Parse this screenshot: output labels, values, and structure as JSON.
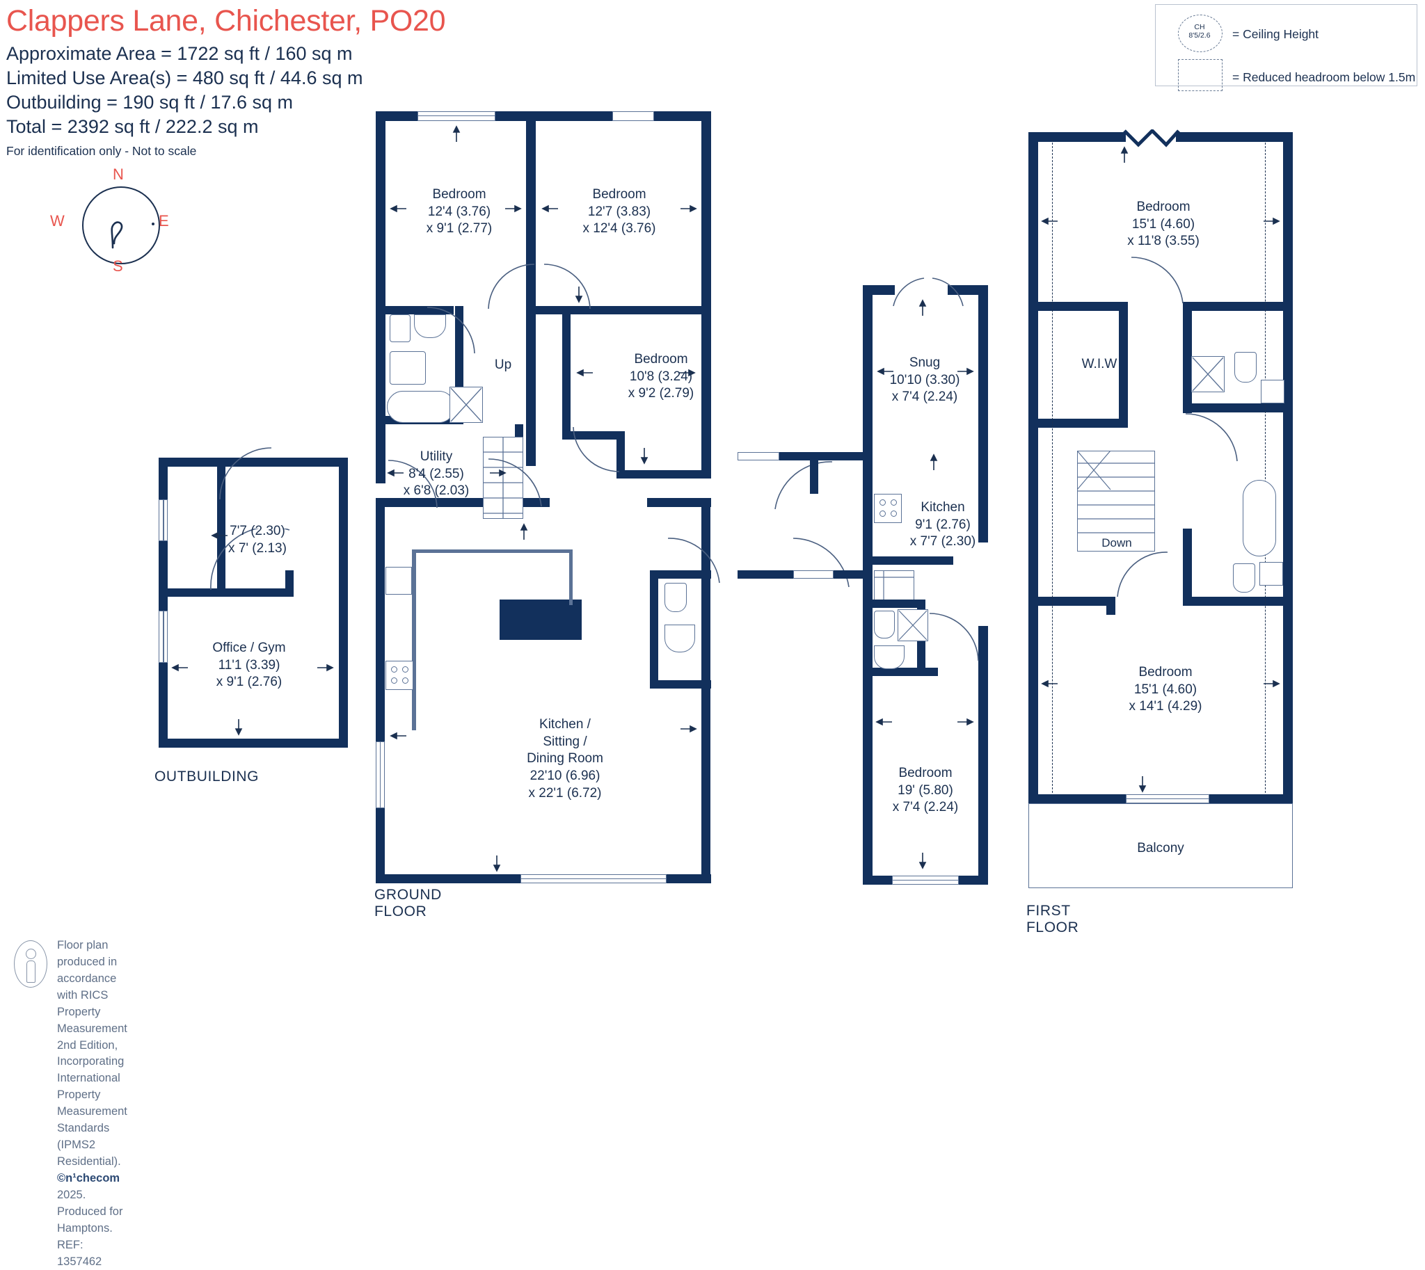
{
  "header": {
    "title": "Clappers Lane, Chichester, PO20",
    "approx_area": "Approximate Area = 1722 sq ft / 160 sq m",
    "limited_use": "Limited Use Area(s) = 480 sq ft / 44.6 sq m",
    "outbuilding": "Outbuilding = 190 sq ft / 17.6 sq m",
    "total": "Total = 2392 sq ft / 222.2 sq m",
    "disclaimer": "For identification only - Not to scale",
    "title_color": "#e8554e"
  },
  "compass": {
    "n": "N",
    "w": "W",
    "e": "E",
    "s": "S"
  },
  "legend": {
    "ceiling_tag_line1": "CH",
    "ceiling_tag_line2": "8'5/2.6",
    "ceiling_label": "= Ceiling Height",
    "headroom_label": "= Reduced headroom below 1.5m"
  },
  "floor_labels": {
    "outbuilding": "OUTBUILDING",
    "ground": "GROUND FLOOR",
    "first": "FIRST FLOOR"
  },
  "outbuilding": {
    "store": {
      "dim1": "7'7 (2.30)",
      "dim2": "x 7' (2.13)"
    },
    "office": {
      "name": "Office / Gym",
      "dim1": "11'1 (3.39)",
      "dim2": "x 9'1 (2.76)"
    }
  },
  "ground_floor": {
    "bedroom1": {
      "name": "Bedroom",
      "dim1": "12'4 (3.76)",
      "dim2": "x 9'1 (2.77)"
    },
    "bedroom2": {
      "name": "Bedroom",
      "dim1": "12'7 (3.83)",
      "dim2": "x 12'4 (3.76)"
    },
    "bedroom3": {
      "name": "Bedroom",
      "dim1": "10'8 (3.24)",
      "dim2": "x 9'2 (2.79)"
    },
    "utility": {
      "name": "Utility",
      "dim1": "8'4 (2.55)",
      "dim2": "x 6'8 (2.03)"
    },
    "stairs_up": "Up",
    "main_room": {
      "name_line1": "Kitchen /",
      "name_line2": "Sitting /",
      "name_line3": "Dining Room",
      "dim1": "22'10 (6.96)",
      "dim2": "x 22'1 (6.72)"
    },
    "snug": {
      "name": "Snug",
      "dim1": "10'10 (3.30)",
      "dim2": "x 7'4 (2.24)"
    },
    "kitchen2": {
      "name": "Kitchen",
      "dim1": "9'1 (2.76)",
      "dim2": "x 7'7 (2.30)"
    },
    "bedroom4": {
      "name": "Bedroom",
      "dim1": "19' (5.80)",
      "dim2": "x 7'4 (2.24)"
    }
  },
  "first_floor": {
    "bedroom1": {
      "name": "Bedroom",
      "dim1": "15'1 (4.60)",
      "dim2": "x 11'8 (3.55)"
    },
    "wiw": "W.I.W",
    "stairs_down": "Down",
    "bedroom2": {
      "name": "Bedroom",
      "dim1": "15'1 (4.60)",
      "dim2": "x 14'1 (4.29)"
    },
    "balcony": "Balcony"
  },
  "footer": {
    "line1": "Floor plan produced in accordance with RICS Property Measurement 2nd Edition,",
    "line2a": "Incorporating International Property Measurement Standards (IPMS2 Residential).",
    "brand": "©n¹checom",
    "line2b": "2025.",
    "line3": "Produced for Hamptons.   REF:  1357462"
  },
  "colors": {
    "wall": "#12305c",
    "text": "#1b3050",
    "accent": "#e8554e",
    "fixture": "#5b7296"
  }
}
